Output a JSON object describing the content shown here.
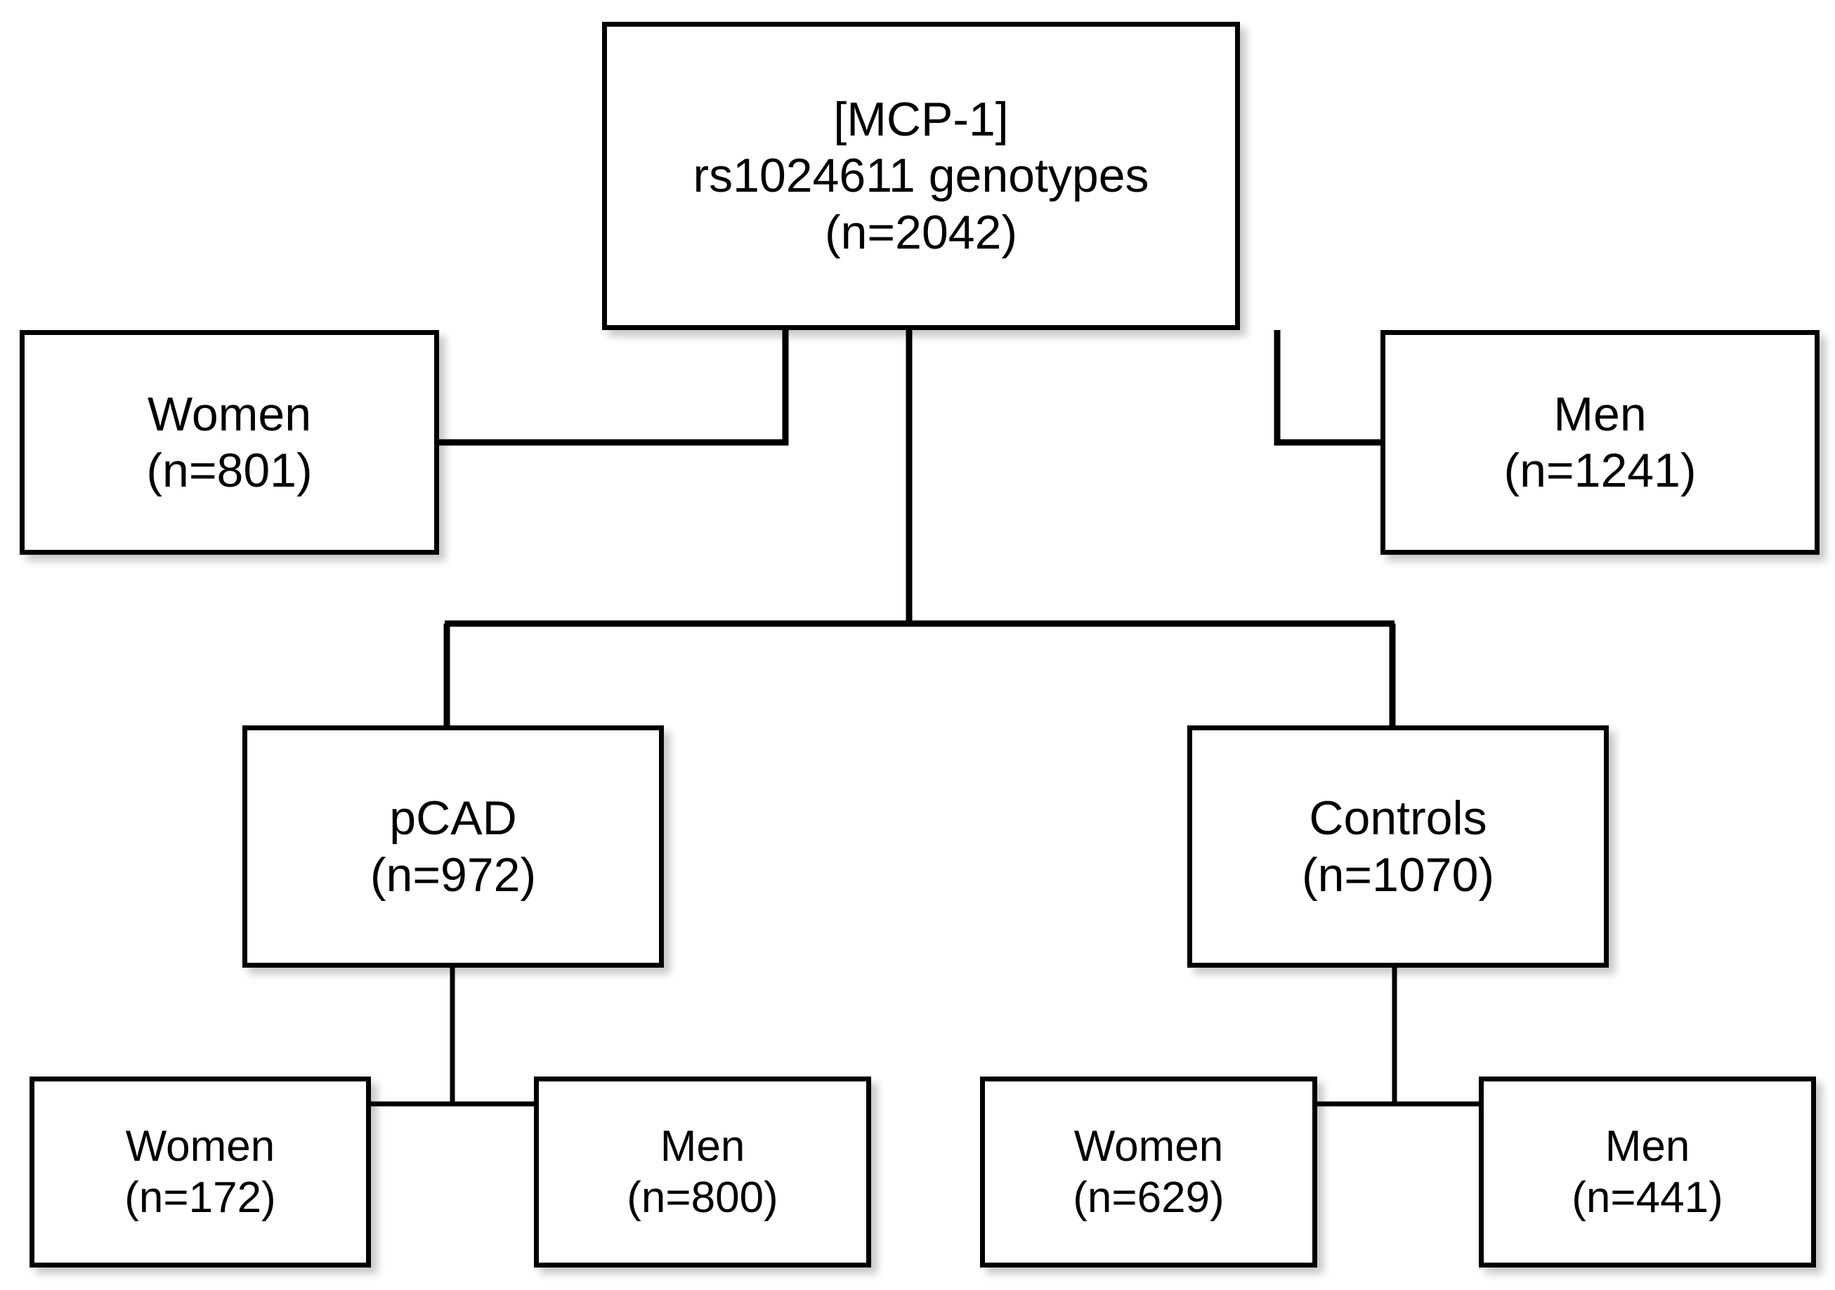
{
  "diagram": {
    "title_block": {
      "name": "root-node",
      "lines": [
        "[MCP-1]",
        "rs1024611 genotypes",
        "(n=2042)"
      ],
      "label": "[MCP-1]",
      "detail": "rs1024611 genotypes",
      "count": "(n=2042)",
      "n": 2042
    },
    "sex_split": [
      {
        "name": "women-all",
        "label": "Women",
        "count": "(n=801)",
        "n": 801
      },
      {
        "name": "men-all",
        "label": "Men",
        "count": "(n=1241)",
        "n": 1241
      }
    ],
    "case_control_split": [
      {
        "name": "pcad",
        "label": "pCAD",
        "count": "(n=972)",
        "n": 972,
        "children": [
          {
            "name": "pcad-women",
            "label": "Women",
            "count": "(n=172)",
            "n": 172
          },
          {
            "name": "pcad-men",
            "label": "Men",
            "count": "(n=800)",
            "n": 800
          }
        ]
      },
      {
        "name": "controls",
        "label": "Controls",
        "count": "(n=1070)",
        "n": 1070,
        "children": [
          {
            "name": "controls-women",
            "label": "Women",
            "count": "(n=629)",
            "n": 629
          },
          {
            "name": "controls-men",
            "label": "Men",
            "count": "(n=441)",
            "n": 441
          }
        ]
      }
    ],
    "style": {
      "background": "#ffffff",
      "box_fill": "#ffffff",
      "box_border": "#000000",
      "connector": "#000000",
      "text": "#000000"
    }
  }
}
